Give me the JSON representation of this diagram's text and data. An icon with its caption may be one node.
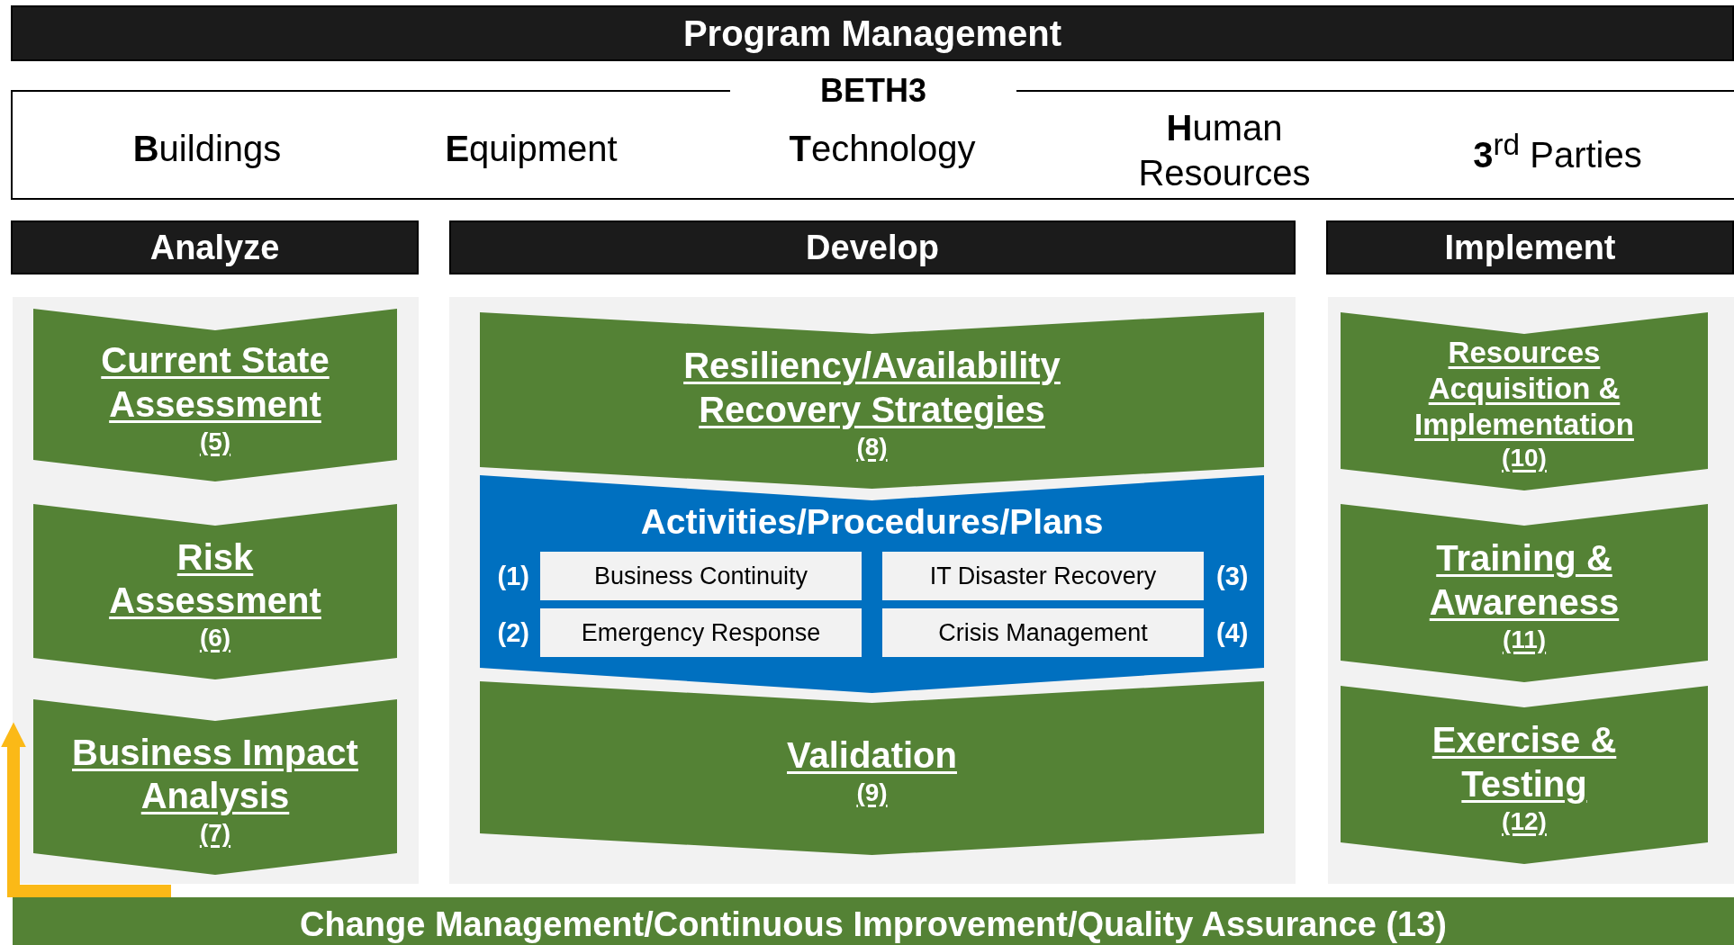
{
  "diagram": {
    "nodes": [
      {
        "text": [
          "Program Management"
        ]
      },
      {
        "text": [
          "BETH3"
        ]
      },
      {
        "text": [
          "Analyze"
        ]
      },
      {
        "text": [
          "Develop"
        ]
      },
      {
        "text": [
          "Implement"
        ]
      },
      {
        "text": [
          "Current State Assessment",
          "(5)"
        ]
      },
      {
        "text": [
          "Risk Assessment",
          "(6)"
        ]
      },
      {
        "text": [
          "Business Impact Analysis",
          "(7)"
        ]
      },
      {
        "text": [
          "Resiliency/Availability Recovery Strategies",
          "(8)"
        ]
      },
      {
        "text": [
          "Activities/Procedures/Plans"
        ]
      },
      {
        "text": [
          "Business Continuity"
        ],
        "in": 9,
        "beside": [
          "(1)"
        ]
      },
      {
        "text": [
          "IT Disaster Recovery"
        ],
        "in": 9,
        "beside": [
          "(3)"
        ]
      },
      {
        "text": [
          "Emergency Response"
        ],
        "in": 9,
        "beside": [
          "(2)"
        ]
      },
      {
        "text": [
          "Crisis Management"
        ],
        "in": 9,
        "beside": [
          "(4)"
        ]
      },
      {
        "text": [
          "Validation",
          "(9)"
        ]
      },
      {
        "text": [
          "Resources Acquisition & Implementation",
          "(10)"
        ]
      },
      {
        "text": [
          "Training & Awareness",
          "(11)"
        ]
      },
      {
        "text": [
          "Exercise & Testing",
          "(12)"
        ]
      },
      {
        "text": [
          "Change Management/Continuous Improvement/Quality Assurance (13)"
        ]
      }
    ],
    "edges": [
      {
        "from": 18,
        "to": 7,
        "arrow": "to"
      }
    ],
    "labels": [
      "**B**uildings",
      "**E**quipment",
      "**T**echnology",
      "**H**uman Resources",
      "**3**$^{rd}$ Parties"
    ]
  }
}
